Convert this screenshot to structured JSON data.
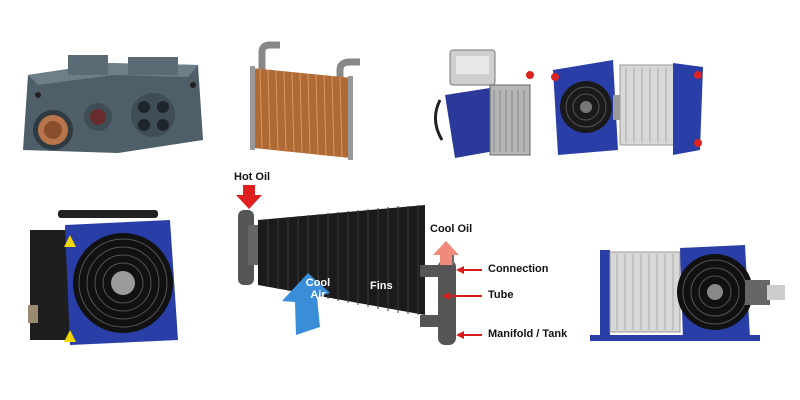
{
  "diagram": {
    "hot_oil_label": "Hot Oil",
    "cool_oil_label": "Cool Oil",
    "cool_air_label_line1": "Cool",
    "cool_air_label_line2": "Air",
    "fins_label": "Fins",
    "connection_label": "Connection",
    "tube_label": "Tube",
    "manifold_label": "Manifold  / Tank"
  },
  "colors": {
    "hot_arrow": "#e02020",
    "cool_oil_arrow": "#f08a7a",
    "air_arrow": "#3a8ed8",
    "pointer_arrow": "#d81c1c",
    "cooler_blue": "#2a3ea8",
    "fin_black": "#1b1b1b"
  },
  "products": [
    "twin-pump-manifold",
    "plate-heat-exchanger",
    "mobile-cooler-unit",
    "blue-frame-fan-cooler",
    "compact-fan-oil-cooler",
    "air-oil-cooler-with-motor"
  ]
}
